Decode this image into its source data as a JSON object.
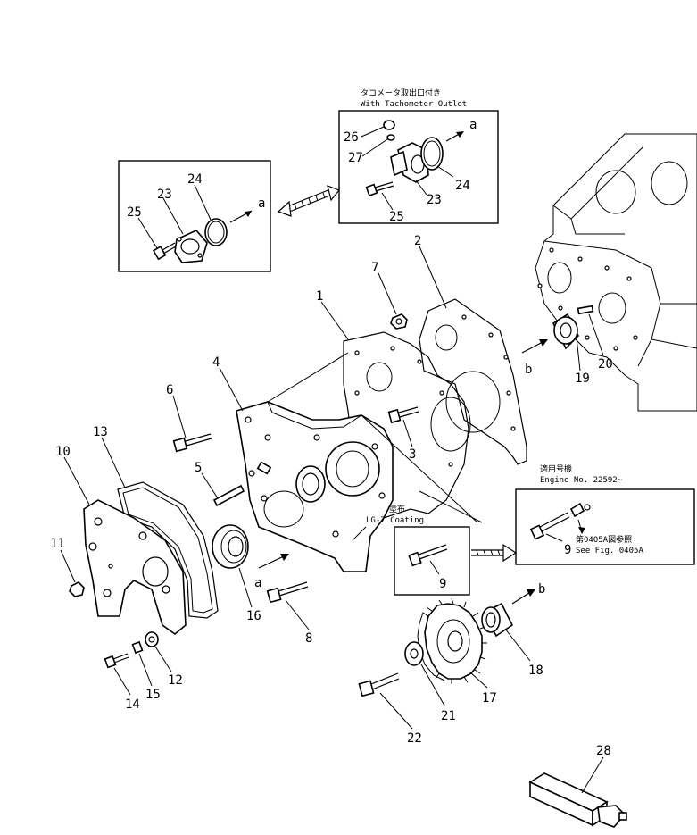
{
  "callouts": {
    "tachometer_box": {
      "title_jp": "タコメータ取出口付き",
      "title_en": "With Tachometer Outlet",
      "arrow_label": "a",
      "parts": [
        "26",
        "27",
        "23",
        "24",
        "25"
      ]
    },
    "plain_box": {
      "arrow_label": "a",
      "parts": [
        "23",
        "24",
        "25"
      ]
    },
    "engine_note": {
      "jp": "適用号機",
      "en": "Engine No. 22592~"
    },
    "coating_note": {
      "jp": "塗布",
      "en": "LG-7 Coating"
    },
    "bolt9_box": {
      "parts": [
        "9"
      ]
    },
    "ref_box": {
      "part": "9",
      "ref_jp": "第0405A図参照",
      "ref_en": "See Fig. 0405A"
    }
  },
  "arrow_labels": {
    "a": "a",
    "b": "b"
  },
  "part_numbers": {
    "p1": "1",
    "p2": "2",
    "p3": "3",
    "p4": "4",
    "p5": "5",
    "p6": "6",
    "p7": "7",
    "p8": "8",
    "p10": "10",
    "p11": "11",
    "p12": "12",
    "p13": "13",
    "p14": "14",
    "p15": "15",
    "p16": "16",
    "p17": "17",
    "p18": "18",
    "p19": "19",
    "p20": "20",
    "p21": "21",
    "p22": "22",
    "p28": "28"
  }
}
